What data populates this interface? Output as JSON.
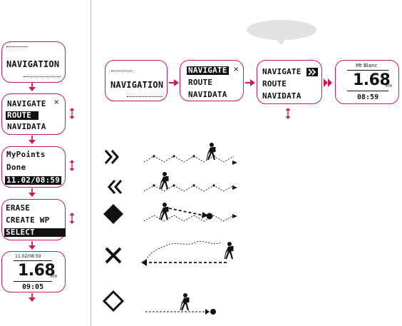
{
  "left_flow": {
    "screen1": {
      "title": "NAVIGATION"
    },
    "screen2": {
      "items": [
        "NAVIGATE",
        "ROUTE",
        "NAVIDATA"
      ],
      "selected_index": 1,
      "close_mark": "×"
    },
    "screen3": {
      "items": [
        "MyPoints",
        "Done",
        "11.02/08:59"
      ],
      "selected_index": 2
    },
    "screen4": {
      "items": [
        "ERASE",
        "CREATE WP",
        "SELECT"
      ],
      "selected_index": 2
    },
    "screen5": {
      "top": "11.02/08:59",
      "distance": "1.68",
      "unit": "km",
      "time": "09:05"
    }
  },
  "top_flow": {
    "screen1": {
      "title": "NAVIGATION"
    },
    "screen2": {
      "items": [
        "NAVIGATE",
        "ROUTE",
        "NAVIDATA"
      ],
      "selected_index": 0,
      "close_mark": "×"
    },
    "screen3": {
      "items": [
        "NAVIGATE",
        "ROUTE",
        "NAVIDATA"
      ],
      "active_icon": "double-chevron-right-icon"
    },
    "screen4": {
      "name": "Mt Blanc",
      "distance": "1.68",
      "unit": "km",
      "time": "08:59"
    }
  },
  "legend": [
    {
      "icon": "double-chevron-right-icon",
      "illustration": "hiker-forward-on-route"
    },
    {
      "icon": "double-chevron-left-icon",
      "illustration": "hiker-backward-on-route"
    },
    {
      "icon": "filled-diamond-icon",
      "illustration": "hiker-to-waypoint"
    },
    {
      "icon": "cross-icon",
      "illustration": "hiker-return-to-start"
    },
    {
      "icon": "hollow-diamond-icon",
      "illustration": "hiker-to-point"
    }
  ],
  "colors": {
    "accent": "#d4175a",
    "ink": "#111111",
    "bubble": "#e2e2e2"
  }
}
